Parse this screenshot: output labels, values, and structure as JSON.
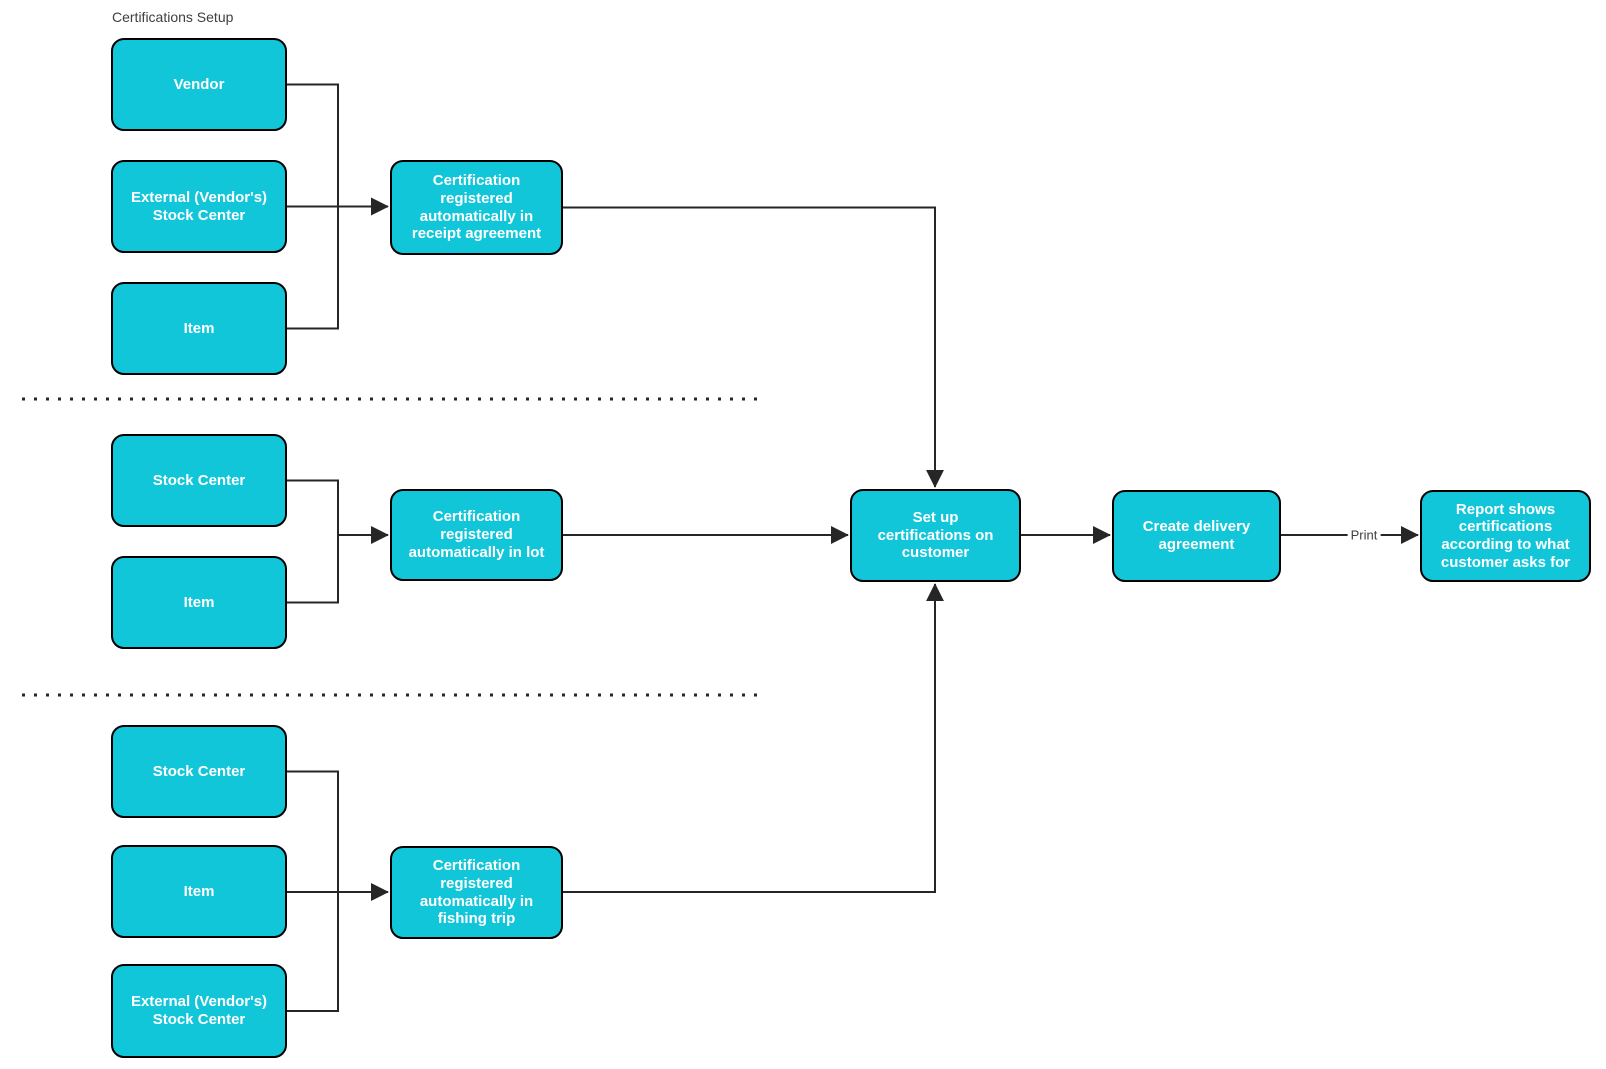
{
  "title": "Certifications Setup",
  "colors": {
    "node_fill": "#12C6DA",
    "node_border": "#000000",
    "node_text": "#FFFFFF",
    "connector": "#262626",
    "label_text": "#3F3F3F",
    "background": "#FFFFFF"
  },
  "nodes": {
    "vendor": {
      "label": "Vendor"
    },
    "external_stock_center_top": {
      "label": "External (Vendor's)\nStock Center"
    },
    "item_top": {
      "label": "Item"
    },
    "receipt_agreement": {
      "label": "Certification\nregistered\nautomatically in\nreceipt agreement"
    },
    "stock_center_mid": {
      "label": "Stock Center"
    },
    "item_mid": {
      "label": "Item"
    },
    "lot": {
      "label": "Certification\nregistered\nautomatically in lot"
    },
    "stock_center_bottom": {
      "label": "Stock Center"
    },
    "item_bottom": {
      "label": "Item"
    },
    "external_stock_center_bottom": {
      "label": "External (Vendor's)\nStock Center"
    },
    "fishing_trip": {
      "label": "Certification\nregistered\nautomatically in\nfishing trip"
    },
    "setup_customer": {
      "label": "Set up\ncertifications on\ncustomer"
    },
    "create_delivery": {
      "label": "Create delivery\nagreement"
    },
    "report": {
      "label": "Report shows\ncertifications\naccording to what\ncustomer asks for"
    }
  },
  "edges": {
    "print_label": "Print"
  }
}
